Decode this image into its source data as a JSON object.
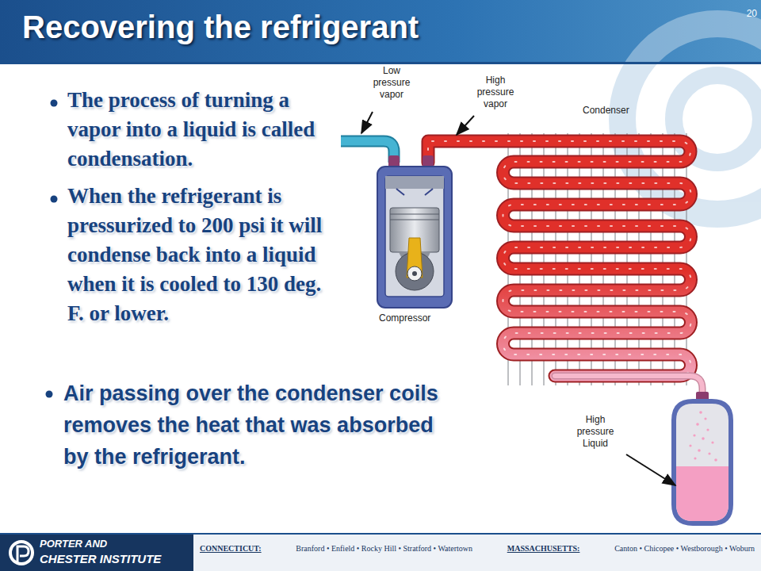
{
  "diagram": {
    "title": "Recovering the refrigerant",
    "labels": [
      "20",
      "The process of turning a vapor into a liquid is called condensation.",
      "When the refrigerant is pressurized to 200 psi it will condense back into a liquid when it is cooled to 130 deg. F. or lower.",
      "Air passing over the condenser coils removes the heat that was absorbed by the refrigerant.",
      "Low pressure vapor",
      "High pressure vapor",
      "Condenser",
      "Compressor",
      "High pressure Liquid",
      "PORTER AND",
      "CHESTER INSTITUTE",
      "CONNECTICUT:",
      "Branford • Enfield • Rocky Hill • Stratford • Watertown",
      "MASSACHUSETTS:",
      "Canton • Chicopee • Westborough • Woburn"
    ]
  }
}
